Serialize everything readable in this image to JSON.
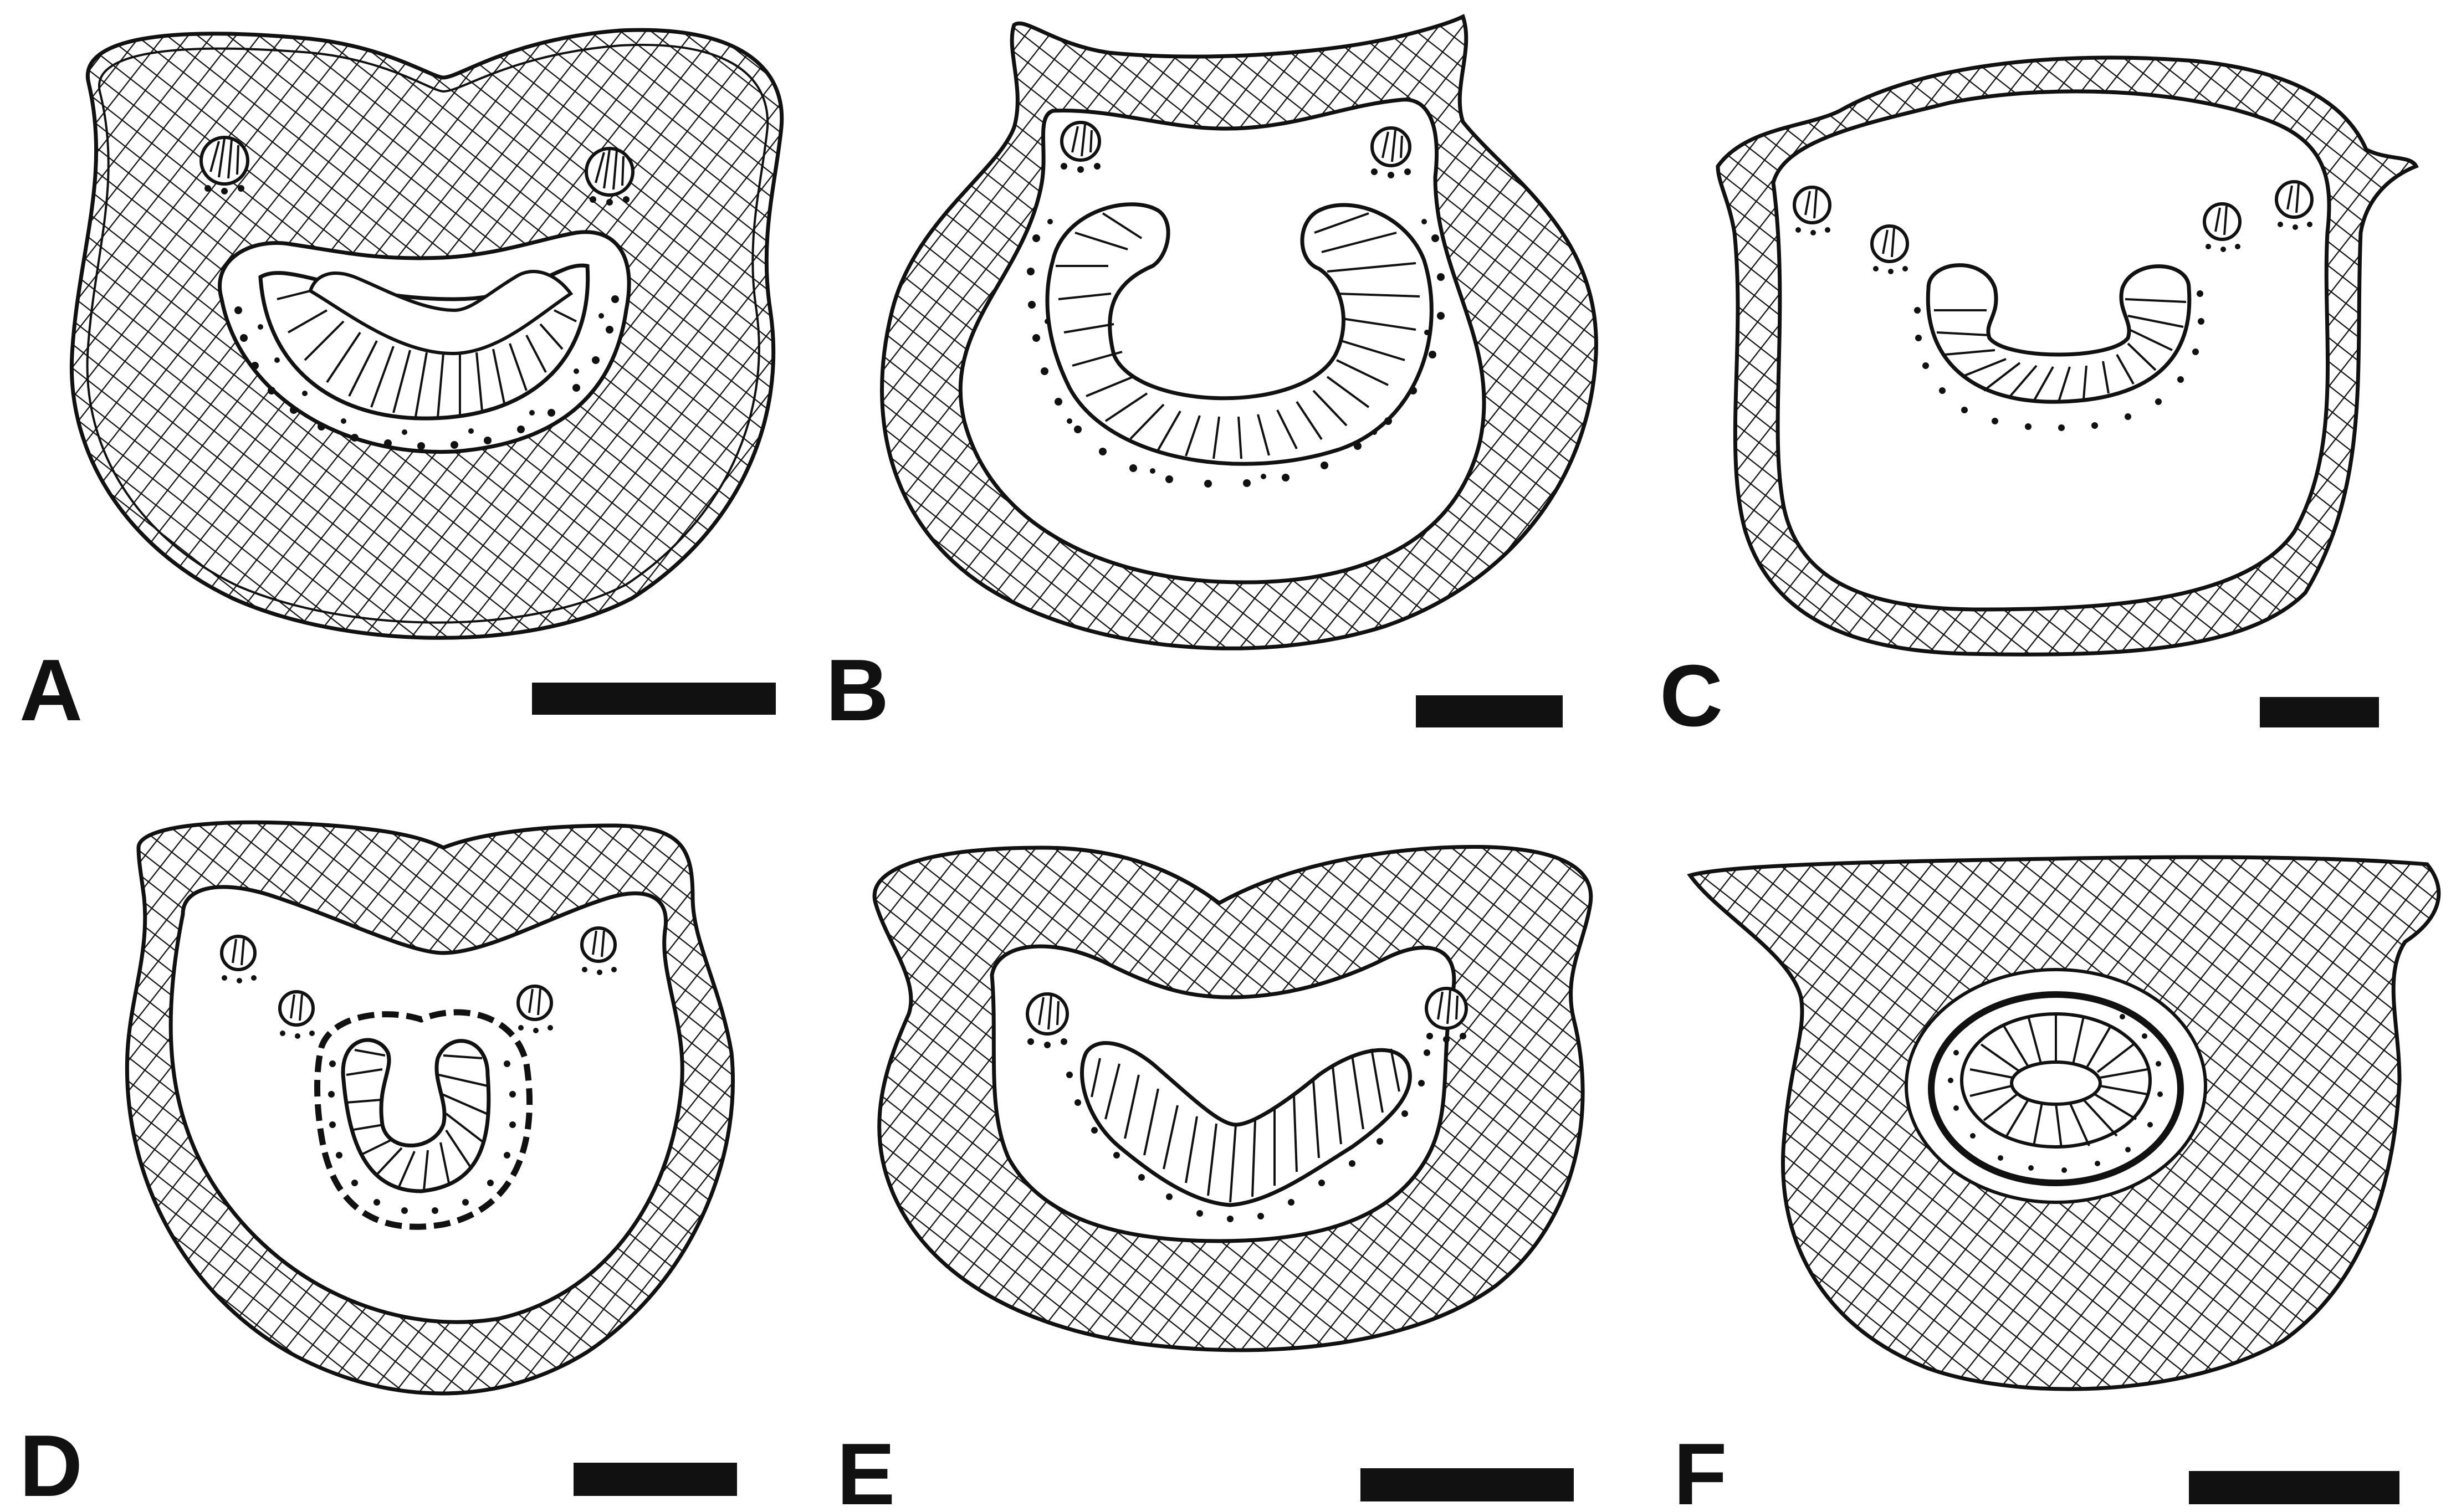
{
  "figure": {
    "panels": [
      {
        "label": "A"
      },
      {
        "label": "B"
      },
      {
        "label": "C"
      },
      {
        "label": "D"
      },
      {
        "label": "E"
      },
      {
        "label": "F"
      }
    ],
    "colors": {
      "ink": "#111111",
      "paper": "#ffffff"
    }
  }
}
